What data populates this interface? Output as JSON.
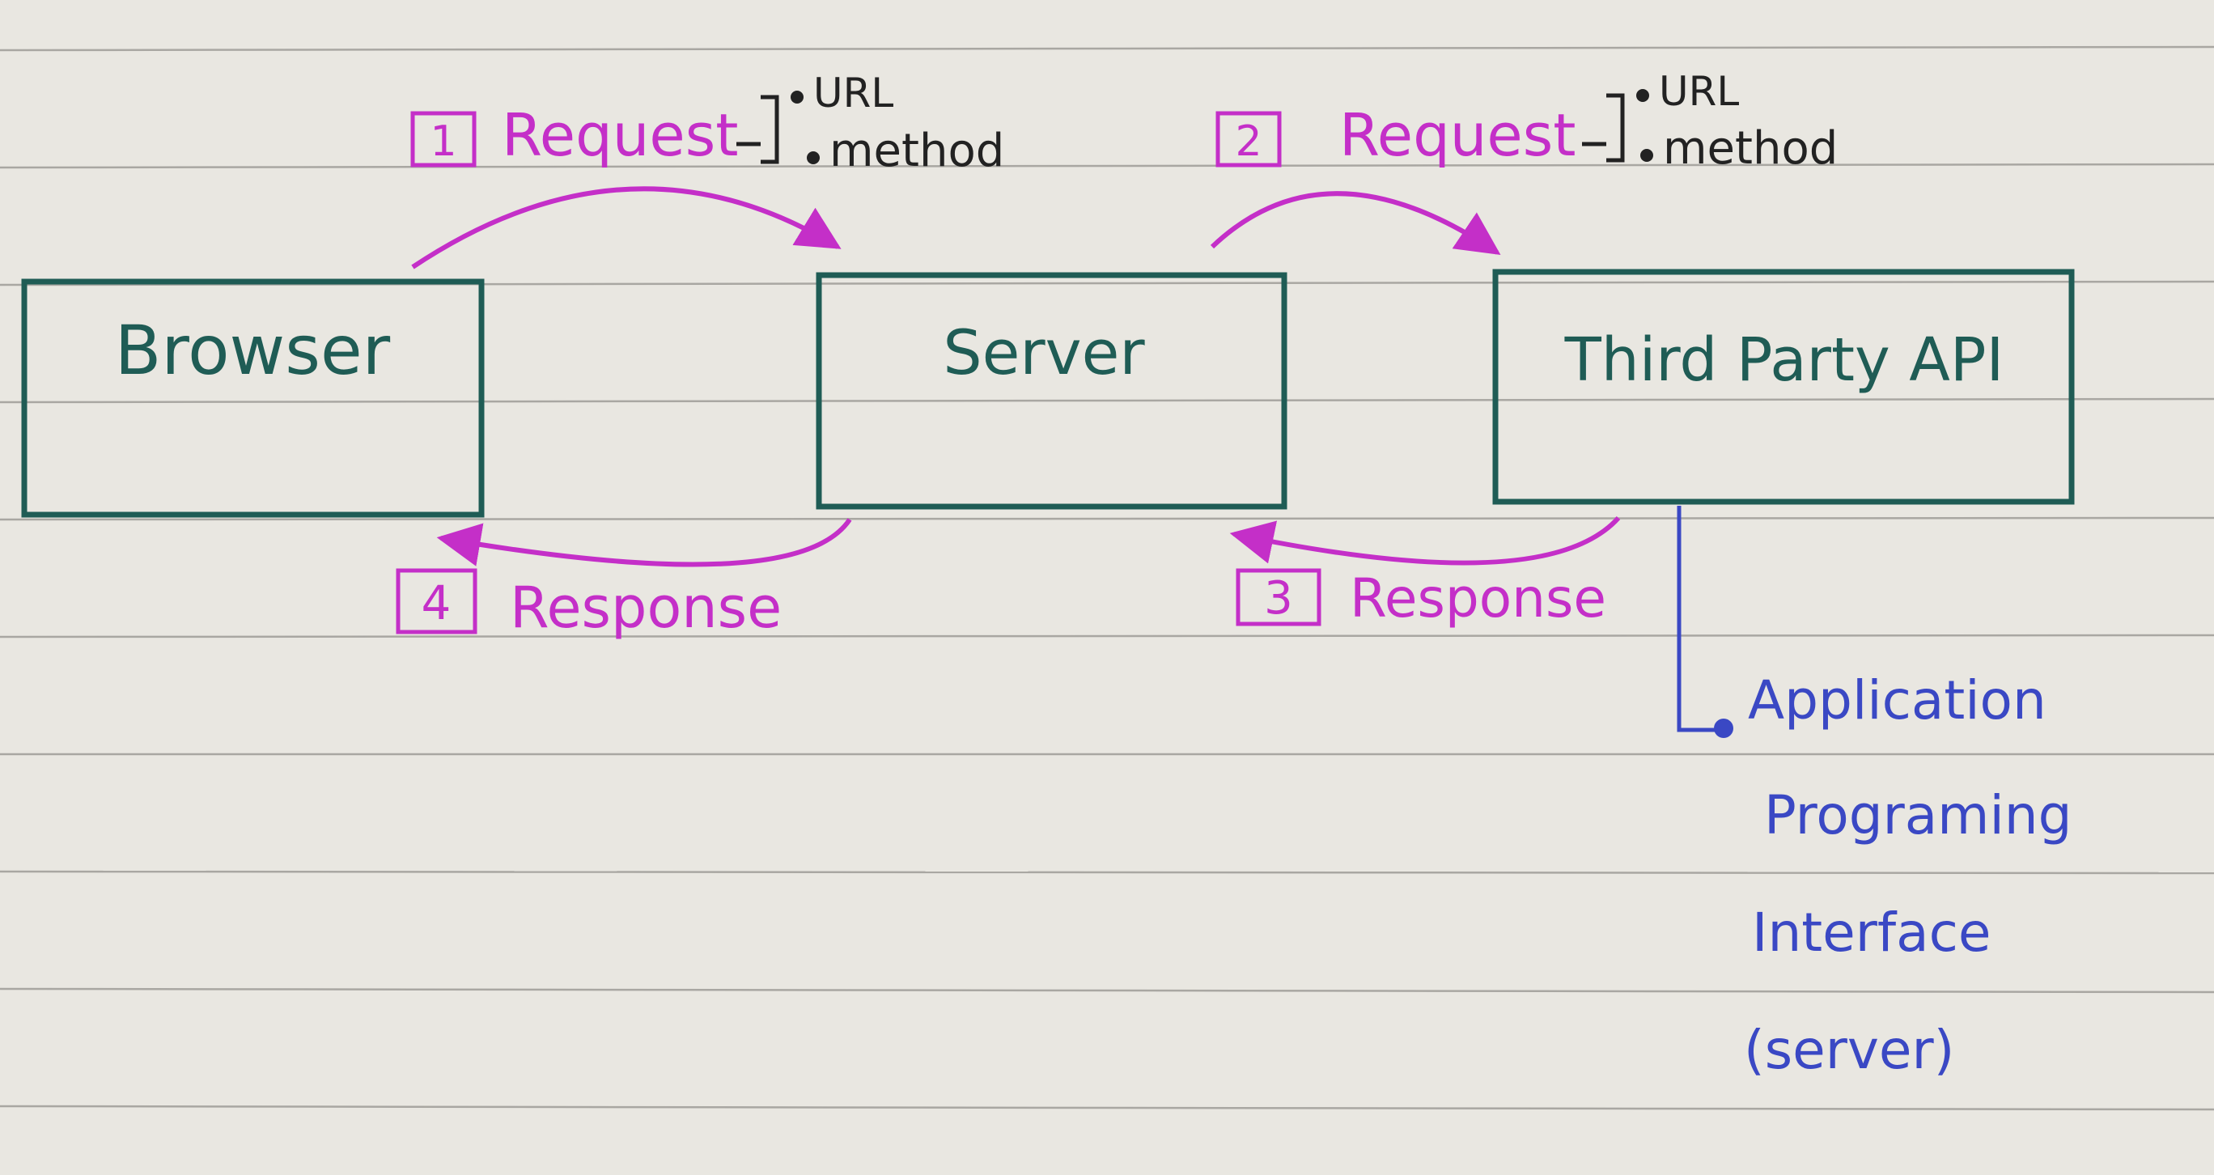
{
  "colors": {
    "paper": "#e9e7e1",
    "rule": "#a9a7a2",
    "box": "#1f5c55",
    "arrow": "#c42fc8",
    "note": "#222222",
    "api_note": "#3a48c4"
  },
  "boxes": {
    "browser": "Browser",
    "server": "Server",
    "third_party": "Third Party API"
  },
  "steps": {
    "step1": {
      "number": "1",
      "label": "Request"
    },
    "step2": {
      "number": "2",
      "label": "Request"
    },
    "step3": {
      "number": "3",
      "label": "Response"
    },
    "step4": {
      "number": "4",
      "label": "Response"
    }
  },
  "request_parts": {
    "step1": [
      "URL",
      "method"
    ],
    "step2": [
      "URL",
      "method"
    ]
  },
  "api_note": {
    "lines": [
      "Application",
      "Programing",
      "Interface",
      "(server)"
    ]
  }
}
